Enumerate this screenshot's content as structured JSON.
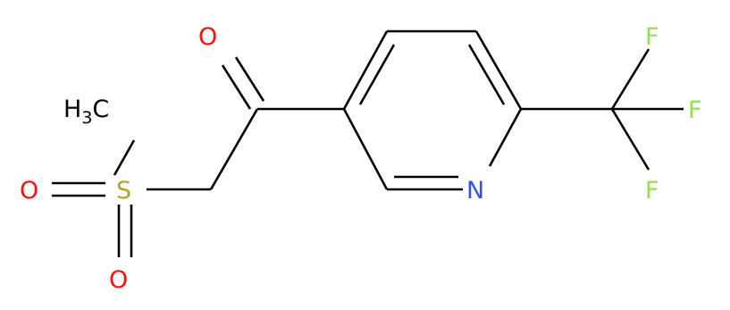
{
  "colors": {
    "bond": "#000000",
    "oxygen": "#ff0d0d",
    "nitrogen": "#3050f8",
    "sulfur": "#b2a32a",
    "fluorine": "#90e050",
    "carbon": "#000000"
  },
  "atoms": {
    "o_ketone": "O",
    "methyl_main": "H",
    "methyl_sub": "3",
    "methyl_tail": "C",
    "sulfur": "S",
    "o_sulfonyl_left": "O",
    "o_sulfonyl_bottom": "O",
    "nitrogen": "N",
    "f_top": "F",
    "f_right": "F",
    "f_bottom": "F"
  }
}
